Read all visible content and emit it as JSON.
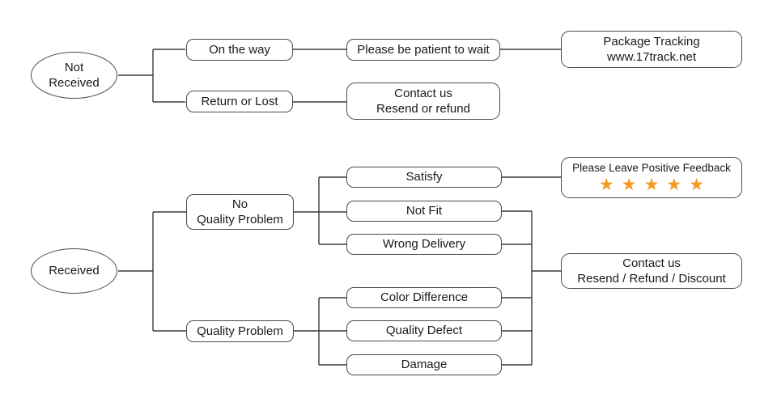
{
  "diagram": {
    "type": "flowchart",
    "background": "#ffffff",
    "line_color": "#3a3a3a",
    "nodes": {
      "not_received": {
        "label": "Not\nReceived"
      },
      "on_the_way": {
        "label": "On the way"
      },
      "please_be_patient": {
        "label": "Please be patient to wait"
      },
      "package_tracking": {
        "label": "Package Tracking\nwww.17track.net"
      },
      "return_or_lost": {
        "label": "Return or Lost"
      },
      "contact_us_top": {
        "label": "Contact us\nResend or refund"
      },
      "received": {
        "label": "Received"
      },
      "no_quality_problem": {
        "label": "No\nQuality Problem"
      },
      "satisfy": {
        "label": "Satisfy"
      },
      "not_fit": {
        "label": "Not Fit"
      },
      "wrong_delivery": {
        "label": "Wrong Delivery"
      },
      "feedback": {
        "label": "Please Leave Positive Feedback",
        "star_glyph": "★",
        "star_count": 5,
        "star_color": "#F59A23"
      },
      "quality_problem": {
        "label": "Quality Problem"
      },
      "color_difference": {
        "label": "Color Difference"
      },
      "quality_defect": {
        "label": "Quality Defect"
      },
      "damage": {
        "label": "Damage"
      },
      "contact_us_bottom": {
        "label": "Contact us\nResend / Refund / Discount"
      }
    }
  }
}
